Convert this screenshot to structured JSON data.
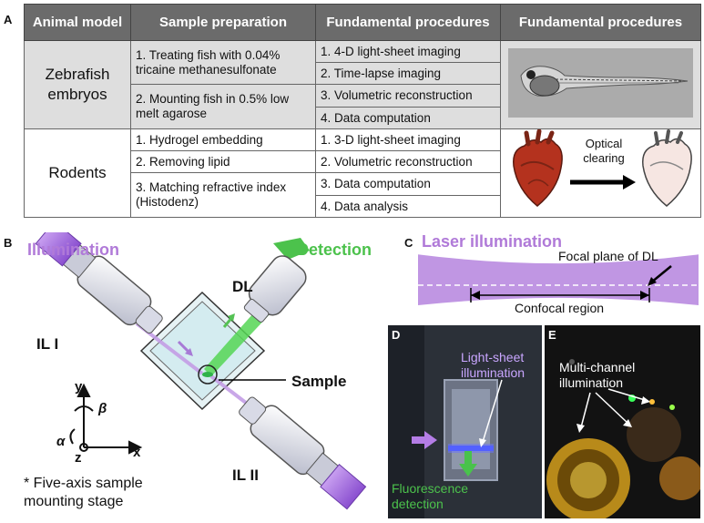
{
  "panels": {
    "a": "A",
    "b": "B",
    "c": "C",
    "d": "D",
    "e": "E"
  },
  "table": {
    "headers": [
      "Animal model",
      "Sample preparation",
      "Fundamental procedures",
      "Fundamental procedures"
    ],
    "zebrafish": {
      "model": "Zebrafish embryos",
      "prep": [
        "1. Treating fish with 0.04% tricaine methanesulfonate",
        "2. Mounting fish in 0.5% low melt agarose"
      ],
      "procedures": [
        "1. 4-D light-sheet imaging",
        "2. Time-lapse imaging",
        "3. Volumetric reconstruction",
        "4. Data computation"
      ]
    },
    "rodents": {
      "model": "Rodents",
      "prep": [
        "1. Hydrogel embedding",
        "2. Removing lipid",
        "3. Matching refractive index (Histodenz)"
      ],
      "procedures": [
        "1. 3-D light-sheet imaging",
        "2. Volumetric reconstruction",
        "3. Data computation",
        "4. Data analysis"
      ],
      "clearing_label": "Optical clearing"
    }
  },
  "panel_b": {
    "illumination": "Illumination",
    "detection": "Detection",
    "dl": "DL",
    "il1": "IL I",
    "il2": "IL II",
    "sample": "Sample",
    "axis_y": "y",
    "axis_x": "x",
    "axis_z": "z",
    "alpha": "α",
    "beta": "β",
    "note": "* Five-axis sample mounting stage"
  },
  "panel_c": {
    "title": "Laser illumination",
    "focal_plane": "Focal plane of DL",
    "confocal": "Confocal region"
  },
  "panel_d": {
    "lightsheet": "Light-sheet illumination",
    "fluorescence": "Fluorescence detection"
  },
  "panel_e": {
    "multichannel": "Multi-channel illumination"
  },
  "colors": {
    "header_bg": "#6b6b6b",
    "zebra_bg": "#dedede",
    "illumination": "#b07ad8",
    "detection": "#4cc24c"
  }
}
